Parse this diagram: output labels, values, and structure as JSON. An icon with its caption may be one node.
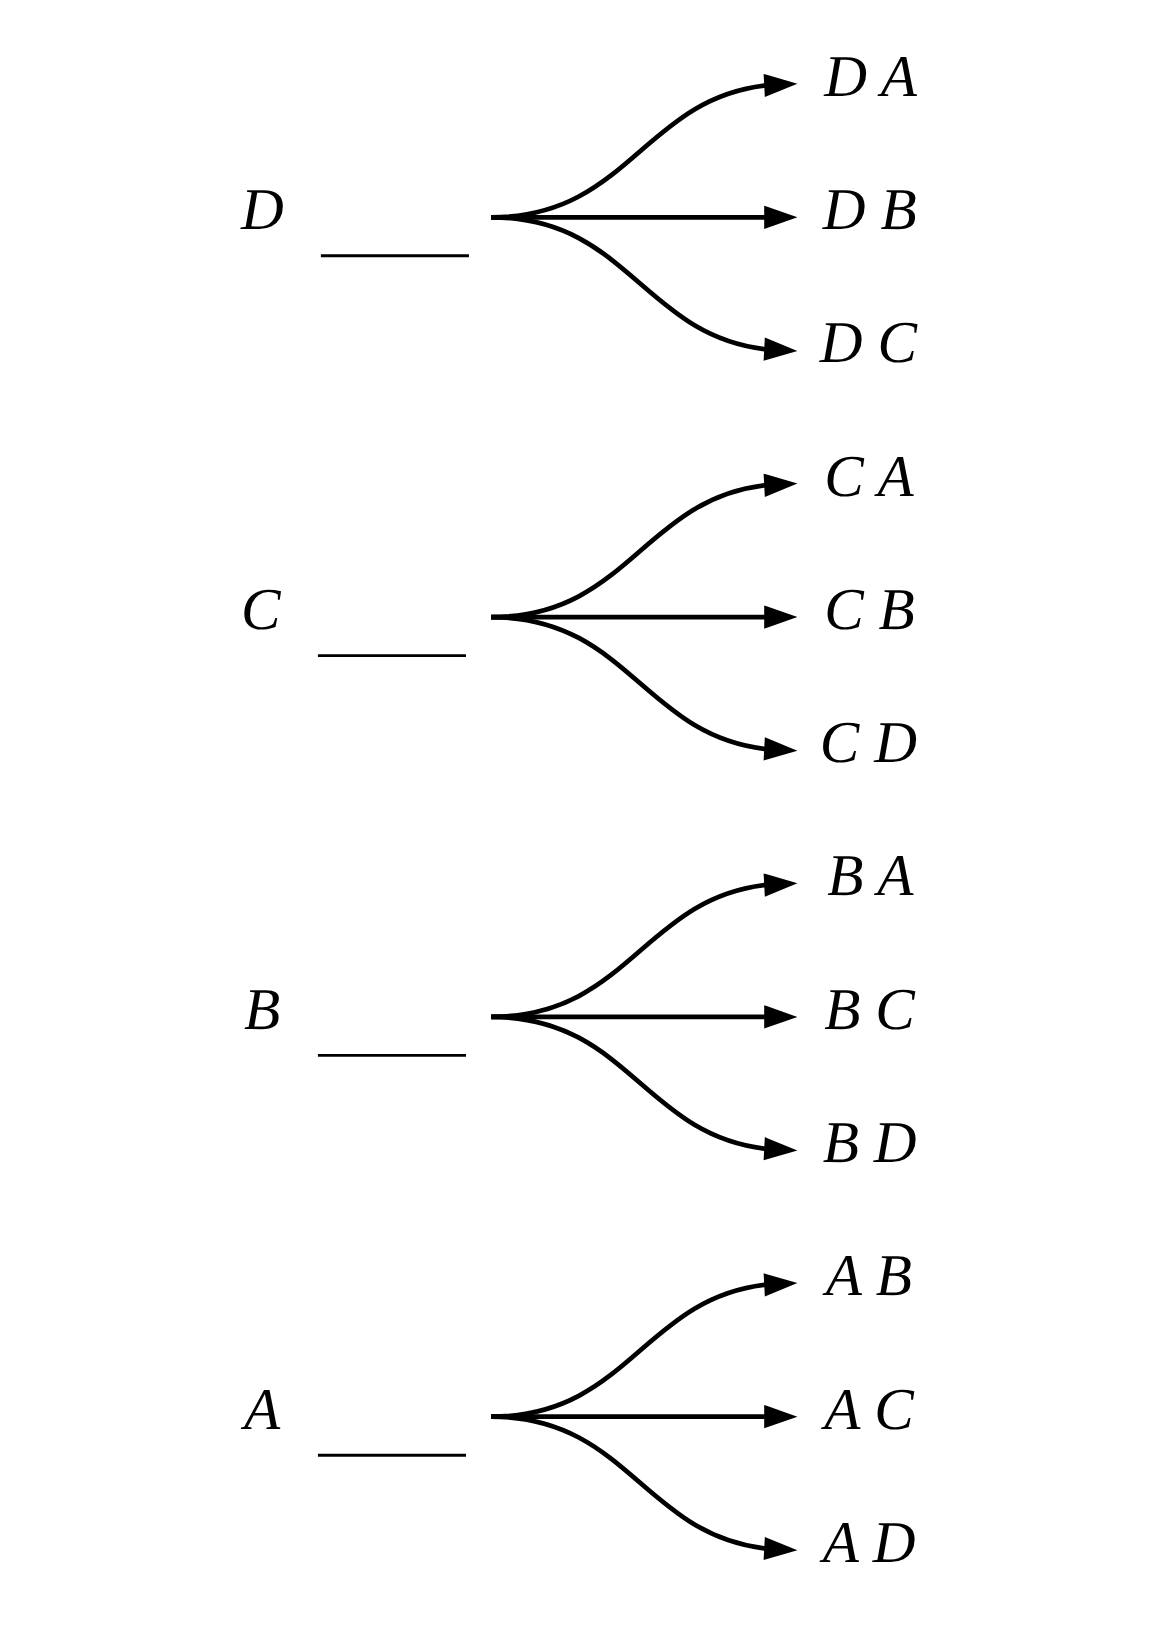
{
  "diagram": {
    "nodes": [
      {
        "text": [
          "A"
        ]
      },
      {
        "text": [
          "A B"
        ]
      },
      {
        "text": [
          "A C"
        ]
      },
      {
        "text": [
          "A D"
        ]
      },
      {
        "text": [
          "B"
        ]
      },
      {
        "text": [
          "B A"
        ]
      },
      {
        "text": [
          "B C"
        ]
      },
      {
        "text": [
          "B D"
        ]
      },
      {
        "text": [
          "C"
        ]
      },
      {
        "text": [
          "C A"
        ]
      },
      {
        "text": [
          "C B"
        ]
      },
      {
        "text": [
          "C D"
        ]
      },
      {
        "text": [
          "D"
        ]
      },
      {
        "text": [
          "D A"
        ]
      },
      {
        "text": [
          "D B"
        ]
      },
      {
        "text": [
          "D C"
        ]
      }
    ],
    "edges": [
      {
        "from": 0,
        "to": 1,
        "arrow": "to"
      },
      {
        "from": 0,
        "to": 2,
        "arrow": "to"
      },
      {
        "from": 0,
        "to": 3,
        "arrow": "to"
      },
      {
        "from": 4,
        "to": 5,
        "arrow": "to"
      },
      {
        "from": 4,
        "to": 6,
        "arrow": "to"
      },
      {
        "from": 4,
        "to": 7,
        "arrow": "to"
      },
      {
        "from": 8,
        "to": 9,
        "arrow": "to"
      },
      {
        "from": 8,
        "to": 10,
        "arrow": "to"
      },
      {
        "from": 8,
        "to": 11,
        "arrow": "to"
      },
      {
        "from": 12,
        "to": 13,
        "arrow": "to"
      },
      {
        "from": 12,
        "to": 14,
        "arrow": "to"
      },
      {
        "from": 12,
        "to": 15,
        "arrow": "to"
      }
    ]
  }
}
